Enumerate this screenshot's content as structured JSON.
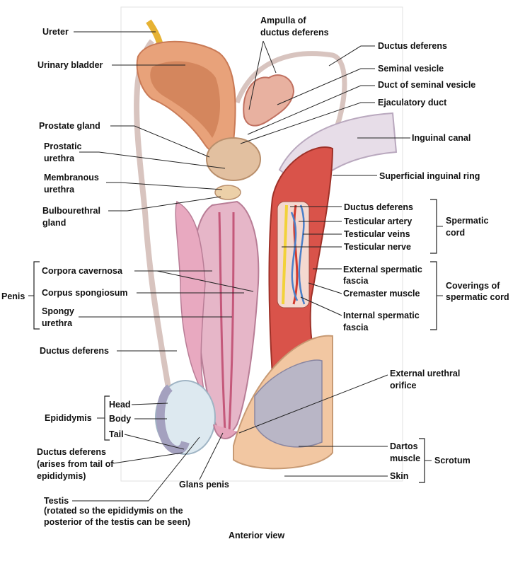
{
  "labels": {
    "ureter": "Ureter",
    "urinary_bladder": "Urinary bladder",
    "ampulla_1": "Ampulla of",
    "ampulla_2": "ductus deferens",
    "ductus_deferens_top": "Ductus deferens",
    "seminal_vesicle": "Seminal vesicle",
    "duct_seminal_vesicle": "Duct of seminal vesicle",
    "ejaculatory_duct": "Ejaculatory duct",
    "inguinal_canal": "Inguinal canal",
    "superficial_inguinal_ring": "Superficial inguinal ring",
    "prostate_gland": "Prostate gland",
    "prostatic_urethra_1": "Prostatic",
    "prostatic_urethra_2": "urethra",
    "membranous_urethra_1": "Membranous",
    "membranous_urethra_2": "urethra",
    "bulbourethral_1": "Bulbourethral",
    "bulbourethral_2": "gland",
    "penis": "Penis",
    "corpora_cavernosa": "Corpora cavernosa",
    "corpus_spongiosum": "Corpus spongiosum",
    "spongy_urethra_1": "Spongy",
    "spongy_urethra_2": "urethra",
    "ductus_deferens_mid": "Ductus deferens",
    "epididymis": "Epididymis",
    "head": "Head",
    "body": "Body",
    "tail": "Tail",
    "dd_tail_1": "Ductus deferens",
    "dd_tail_2": "(arises from tail of",
    "dd_tail_3": "epididymis)",
    "testis_1": "Testis",
    "testis_2": "(rotated so the epididymis on the",
    "testis_3": "posterior of the testis can be seen)",
    "glans_penis": "Glans penis",
    "anterior_view": "Anterior view",
    "sc_ductus_deferens": "Ductus deferens",
    "testicular_artery": "Testicular artery",
    "testicular_veins": "Testicular veins",
    "testicular_nerve": "Testicular nerve",
    "spermatic_cord_1": "Spermatic",
    "spermatic_cord_2": "cord",
    "external_spermatic_1": "External spermatic",
    "external_spermatic_2": "fascia",
    "cremaster_muscle": "Cremaster muscle",
    "internal_spermatic_1": "Internal spermatic",
    "internal_spermatic_2": "fascia",
    "coverings_1": "Coverings of",
    "coverings_2": "spermatic cord",
    "external_urethral_1": "External urethral",
    "external_urethral_2": "orifice",
    "dartos_1": "Dartos",
    "dartos_2": "muscle",
    "scrotum": "Scrotum",
    "skin": "Skin"
  },
  "colors": {
    "muscle_red": "#d9534a",
    "bladder_tan": "#e8a27a",
    "penis_pink": "#e6b6c8",
    "testis_blue": "#dde9f0",
    "vein_blue": "#4a7fc9",
    "artery_red": "#d23a2e",
    "nerve_yellow": "#f2d23a",
    "skin_peach": "#f2c7a2"
  },
  "icons": [
    "anatomical-illustration"
  ]
}
